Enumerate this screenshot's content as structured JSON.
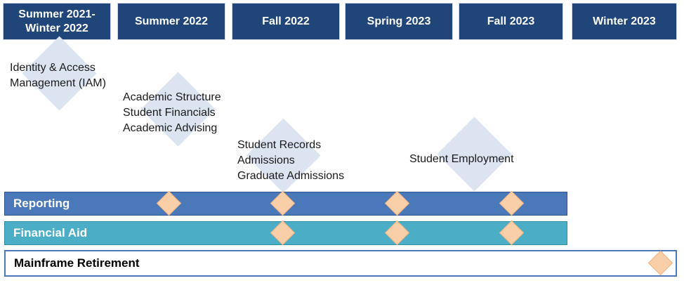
{
  "phases": [
    "Summer 2021-\nWinter 2022",
    "Summer 2022",
    "Fall 2022",
    "Spring 2023",
    "Fall 2023",
    "Winter 2023"
  ],
  "milestones": [
    {
      "lines": [
        "Identity & Access",
        "Management (IAM)"
      ]
    },
    {
      "lines": [
        "Academic Structure",
        "Student Financials",
        "Academic Advising"
      ]
    },
    {
      "lines": [
        "Student Records",
        "Admissions",
        "Graduate Admissions"
      ]
    },
    {
      "lines": [
        "Student Employment"
      ]
    }
  ],
  "tracks": {
    "reporting": "Reporting",
    "financial_aid": "Financial Aid",
    "mainframe": "Mainframe Retirement"
  },
  "colors": {
    "phase_header": "#1f4579",
    "milestone_diamond": "#dbe4f0",
    "reporting_bar": "#4a78b8",
    "financial_aid_bar": "#4badc6",
    "marker": "#f9cfa9"
  }
}
